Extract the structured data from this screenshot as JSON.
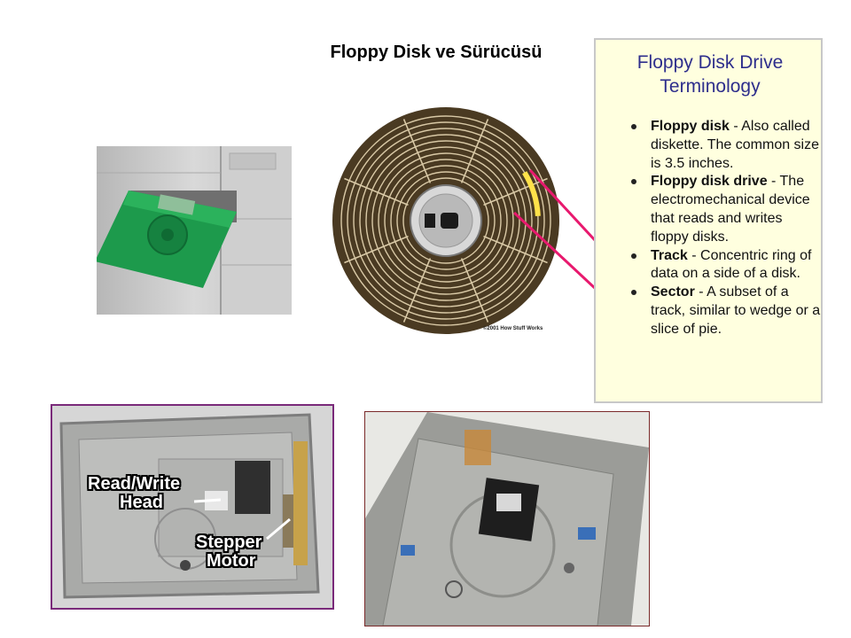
{
  "title": "Floppy Disk ve Sürücüsü",
  "diagram": {
    "copyright": "©2001 How Stuff Works"
  },
  "terminology": {
    "title_line1": "Floppy Disk Drive",
    "title_line2": "Terminology",
    "items": [
      {
        "term": "Floppy disk",
        "desc": " - Also called diskette. The common size is 3.5 inches."
      },
      {
        "term": "Floppy disk drive",
        "desc": " - The electromechanical device that reads and writes floppy disks."
      },
      {
        "term": "Track",
        "desc": " - Concentric ring of data on a side of a disk."
      },
      {
        "term": "Sector",
        "desc": " - A subset of a track, similar to wedge or a slice of pie."
      }
    ]
  },
  "photo_callouts": {
    "read_write_line1": "Read/Write",
    "read_write_line2": "Head",
    "stepper_line1": "Stepper",
    "stepper_line2": "Motor"
  },
  "colors": {
    "disk_brown": "#4a3a22",
    "track_line": "#d9c9a6",
    "highlight_yellow": "#ffe24a",
    "arrow_pink": "#e8196e",
    "term_title": "#2e2e8c",
    "term_bg": "#ffffdf",
    "photo_border": "#7a2a7a"
  },
  "icons": {
    "list_bullet": "bullet-dot-icon"
  }
}
